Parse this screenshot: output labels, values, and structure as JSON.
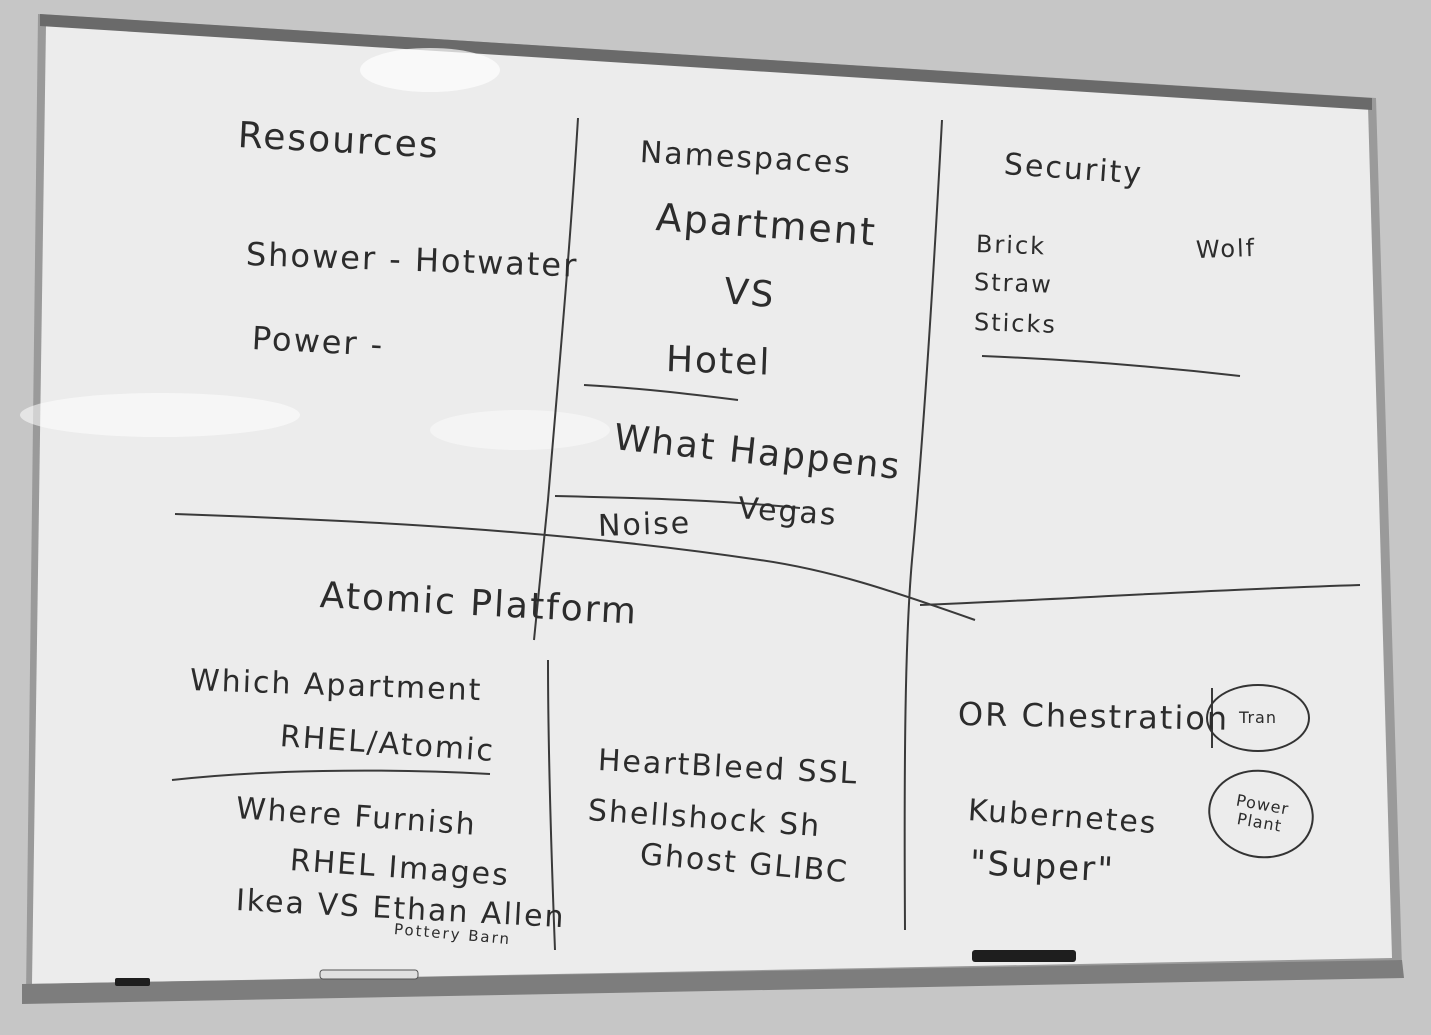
{
  "whiteboard": {
    "quadrants": {
      "resources": {
        "title": "Resources",
        "items": [
          "Shower - Hotwater",
          "Power -"
        ]
      },
      "namespaces": {
        "title": "Namespaces",
        "items": [
          "Apartment",
          "VS",
          "Hotel",
          "What Happens",
          "Vegas",
          "Noise"
        ]
      },
      "security": {
        "title": "Security",
        "items": [
          "Brick",
          "Straw",
          "Sticks",
          "Wolf"
        ]
      },
      "atomic": {
        "title": "Atomic Platform",
        "items": [
          "Which Apartment",
          "RHEL/Atomic",
          "Where Furnish",
          "RHEL Images",
          "Ikea VS Ethan Allen",
          "Pottery Barn"
        ]
      },
      "vulnerabilities": {
        "items": [
          "HeartBleed SSL",
          "Shellshock Sh",
          "Ghost GLIBC"
        ]
      },
      "orchestration": {
        "items": [
          "OR Chestration",
          "Kubernetes",
          "\"Super\"",
          "Tran",
          "Power Plant"
        ]
      }
    }
  }
}
